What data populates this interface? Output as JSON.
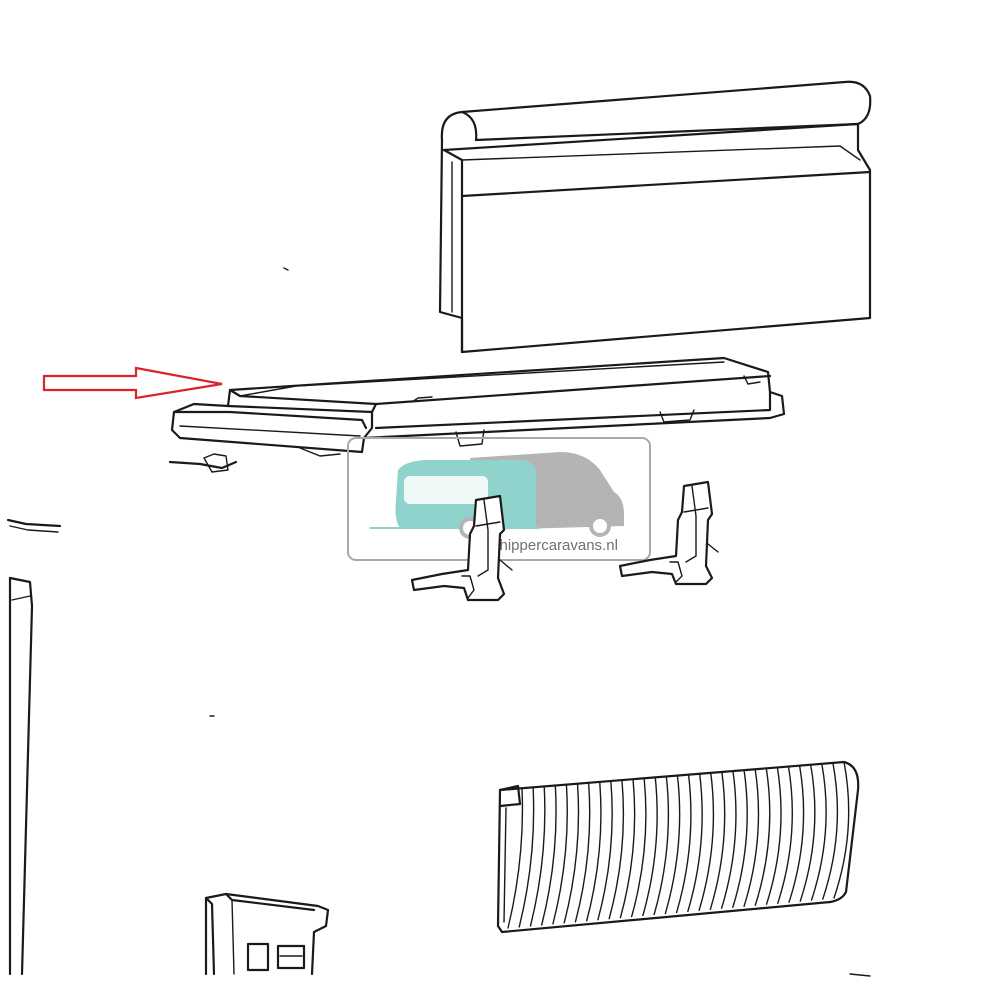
{
  "watermark": {
    "text": "chippercaravans.nl",
    "logo_icon": "caravan-and-camper-icon",
    "caravan_color": "#8fd3cc",
    "camper_color": "#b4b4b4",
    "frame_color": "#a8a8a8"
  },
  "arrow": {
    "icon": "right-arrow-icon",
    "color": "#d8232a"
  },
  "parts": [
    {
      "name": "front-cover-panel"
    },
    {
      "name": "control-board-housing"
    },
    {
      "name": "hinge-bracket-left"
    },
    {
      "name": "hinge-bracket-right"
    },
    {
      "name": "ventilation-grille"
    },
    {
      "name": "door-panel-edge"
    },
    {
      "name": "switch-panel"
    }
  ]
}
